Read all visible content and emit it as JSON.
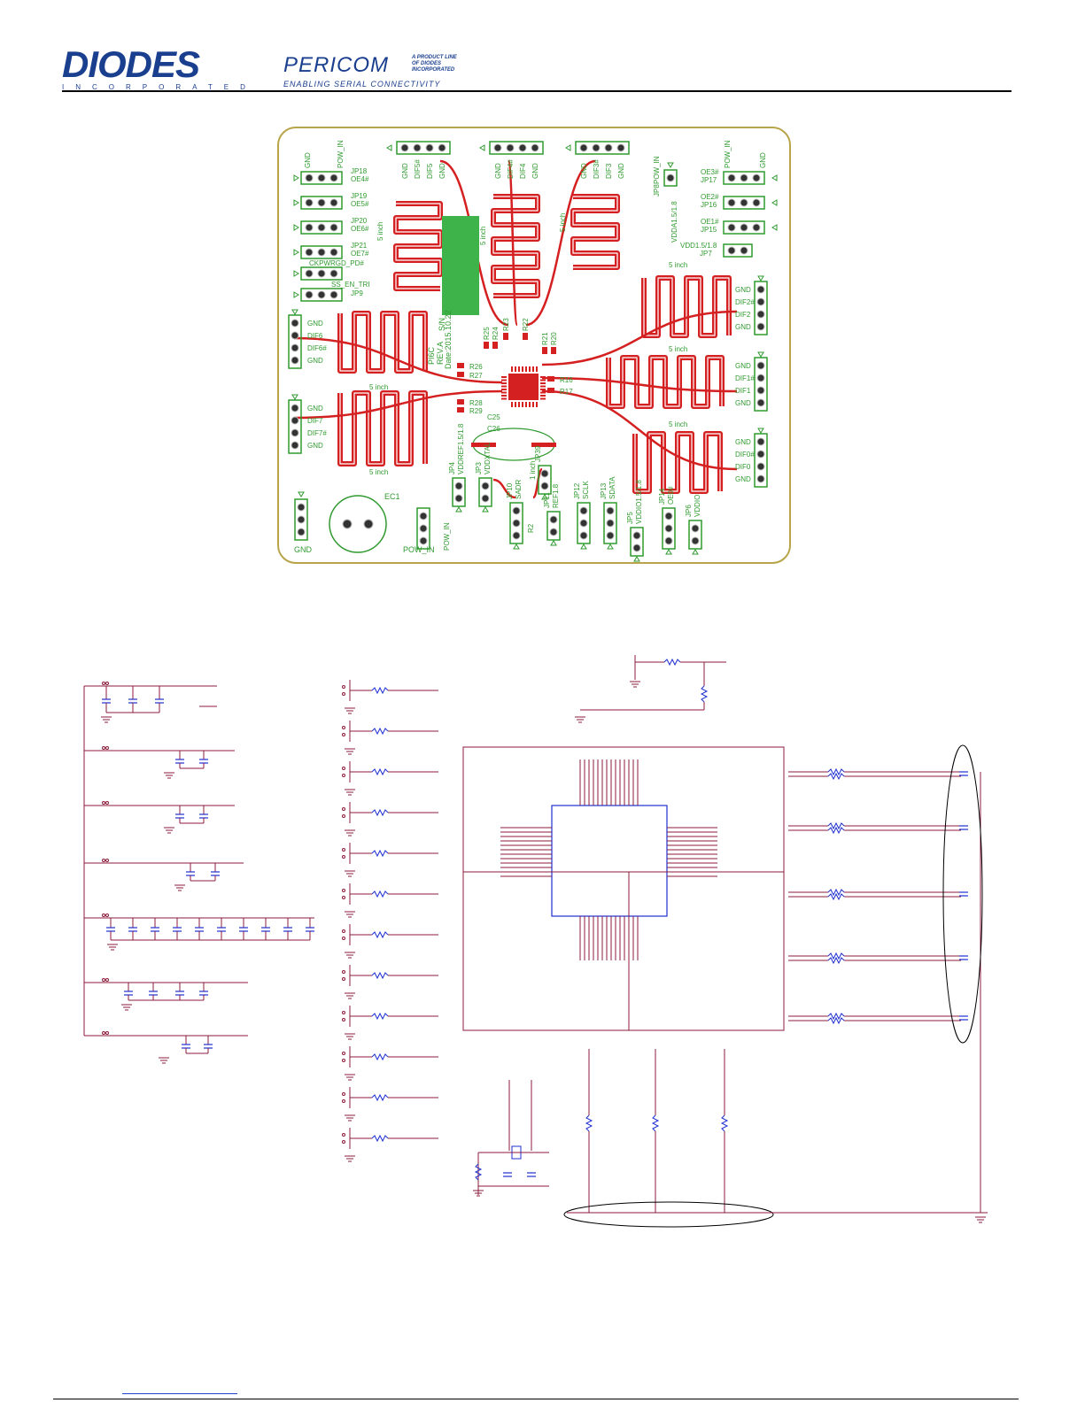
{
  "header": {
    "diodes_logo": "DIODES",
    "diodes_sub": "INCORPORATED",
    "pericom_logo": "PERICOM",
    "pericom_note": "A PRODUCT LINE OF DIODES INCORPORATED",
    "pericom_tagline": "ENABLING SERIAL CONNECTIVITY"
  },
  "pcb": {
    "left_headers": [
      {
        "jp": "JP18",
        "sig": "OE4#"
      },
      {
        "jp": "JP19",
        "sig": "OE5#"
      },
      {
        "jp": "JP20",
        "sig": "OE6#"
      },
      {
        "jp": "JP21",
        "sig": "OE7#"
      }
    ],
    "ckpwrgd": "CKPWRGD_PD#",
    "ss_en": "SS_EN_TRI",
    "jp9": "JP9",
    "top_left_pins": [
      "GND",
      "POW_IN"
    ],
    "top_groups": [
      [
        "GND",
        "DIF5#",
        "DIF5",
        "GND"
      ],
      [
        "GND",
        "DIF4#",
        "DIF4",
        "GND"
      ],
      [
        "GND",
        "DIF3#",
        "DIF3",
        "GND"
      ]
    ],
    "top_right_pins": [
      "POW_IN",
      "GND"
    ],
    "right_headers": [
      {
        "jp": "JP17",
        "sig": "OE3#"
      },
      {
        "jp": "JP16",
        "sig": "OE2#"
      },
      {
        "jp": "JP15",
        "sig": "OE1#"
      }
    ],
    "jp8": "JP8",
    "pow_in": "POW_IN",
    "vdda": "VDDA1.5/1.8",
    "vdd_jp7": "VDD1.5/1.8",
    "jp7": "JP7",
    "right_groups": [
      [
        "GND",
        "DIF2#",
        "DIF2",
        "GND"
      ],
      [
        "GND",
        "DIF1#",
        "DIF1",
        "GND"
      ],
      [
        "GND",
        "DIF0#",
        "DIF0",
        "GND"
      ]
    ],
    "left_groups": [
      [
        "GND",
        "DIF6",
        "DIF6#",
        "GND"
      ],
      [
        "GND",
        "DIF7",
        "DIF7#",
        "GND"
      ]
    ],
    "length_label": "5 inch",
    "one_inch": "1 inch",
    "resistors": [
      "R23",
      "R22",
      "R25",
      "R24",
      "R21",
      "R20",
      "R26",
      "R27",
      "R16",
      "R17",
      "R28",
      "R29"
    ],
    "board_text": [
      "PI6C",
      "REV.A",
      "Date:2015.10.22",
      "S/N"
    ],
    "caps": [
      "C25",
      "C26"
    ],
    "bottom_jumpers": [
      {
        "jp": "JP4",
        "sig": "VDDREF1.5/1.8"
      },
      {
        "jp": "JP3",
        "sig": "VDDXTAL"
      },
      {
        "jp": "JP39",
        "sig": ""
      },
      {
        "jp": "JP10",
        "sig": "SADR"
      },
      {
        "jp": "JP11",
        "sig": "REF1.8"
      },
      {
        "jp": "JP12",
        "sig": "SCLK"
      },
      {
        "jp": "JP13",
        "sig": "SDATA"
      },
      {
        "jp": "JP5",
        "sig": "VDDIO1.5/1.8"
      },
      {
        "jp": "JP14",
        "sig": "OE0#"
      },
      {
        "jp": "JP6",
        "sig": "VDDIO"
      }
    ],
    "ec1": "EC1",
    "gnd": "GND",
    "pow_in_bottom": "POW_IN",
    "r2": "R2"
  }
}
